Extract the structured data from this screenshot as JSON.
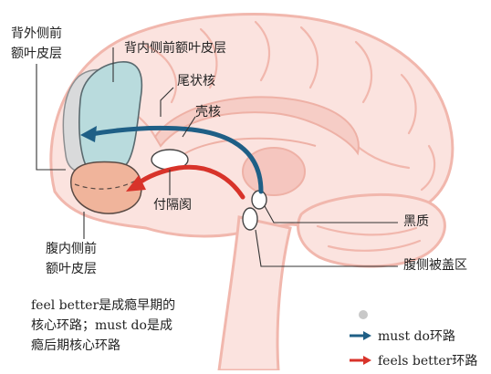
{
  "labels": {
    "dlpfc_line1": "背外侧前",
    "dlpfc_line2": "额叶皮层",
    "dmpfc": "背内侧前额叶皮层",
    "caudate": "尾状核",
    "putamen": "壳核",
    "septum": "付隔阂",
    "substantia_nigra": "黑质",
    "vta": "腹侧被盖区",
    "vmpfc_line1": "腹内侧前",
    "vmpfc_line2": "额叶皮层"
  },
  "note": {
    "line1": "feel better是成瘾早期的",
    "line2": "核心环路；must do是成",
    "line3": "瘾后期核心环路"
  },
  "legend": {
    "must_do": "must do环路",
    "feels_better": "feels better环路"
  },
  "colors": {
    "must_do": "#1f5f86",
    "feels_better": "#d8332a",
    "brain_fill": "#fbe3df",
    "brain_outline": "#f1b7ad",
    "dlpfc_fill": "#d9dadb",
    "dmpfc_fill": "#b9dbdd",
    "vmpfc_fill": "#f0b49b",
    "dot": "#c8c8c8"
  }
}
